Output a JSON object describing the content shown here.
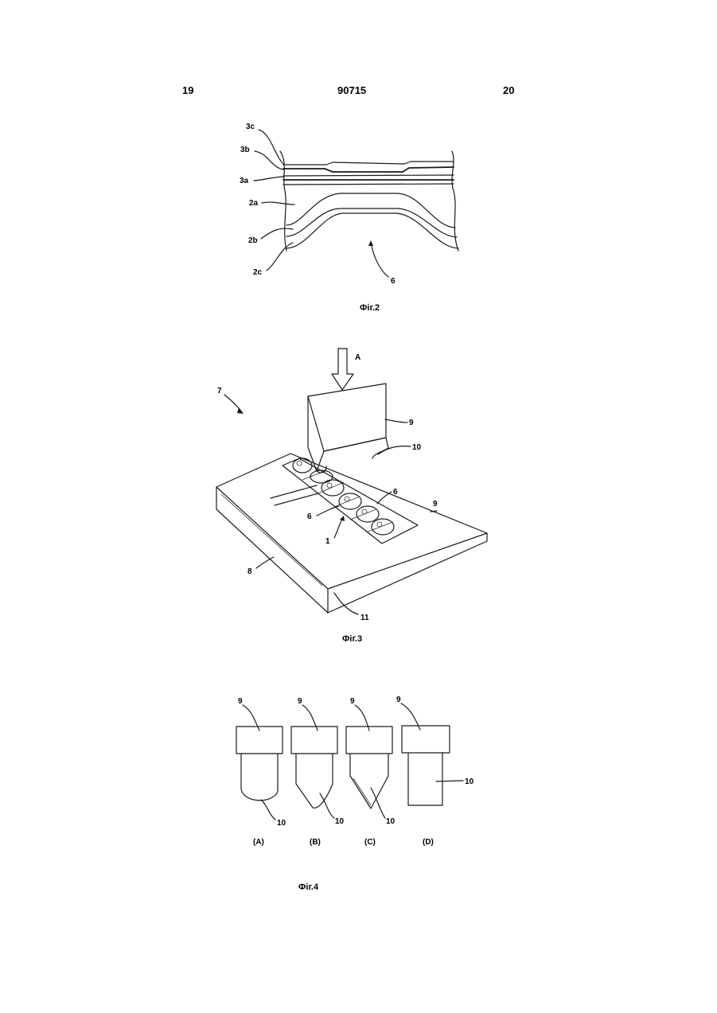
{
  "header": {
    "left_page": "19",
    "patent_number": "90715",
    "right_page": "20"
  },
  "fig2": {
    "labels": {
      "l3c": "3c",
      "l3b": "3b",
      "l3a": "3a",
      "l2a": "2a",
      "l2b": "2b",
      "l2c": "2c",
      "l6": "6"
    },
    "caption": "Фіг.2"
  },
  "fig3": {
    "labels": {
      "lA": "A",
      "l7": "7",
      "l9a": "9",
      "l10": "10",
      "l9b": "9",
      "l6a": "6",
      "l6b": "6",
      "l1": "1",
      "l8": "8",
      "l11": "11"
    },
    "caption": "Фіг.3"
  },
  "fig4": {
    "variants": [
      {
        "id": "(A)",
        "top_label": "9",
        "tip_label": "10"
      },
      {
        "id": "(B)",
        "top_label": "9",
        "tip_label": "10"
      },
      {
        "id": "(C)",
        "top_label": "9",
        "tip_label": "10"
      },
      {
        "id": "(D)",
        "top_label": "9",
        "tip_label": "10"
      }
    ],
    "caption": "Фіг.4"
  }
}
